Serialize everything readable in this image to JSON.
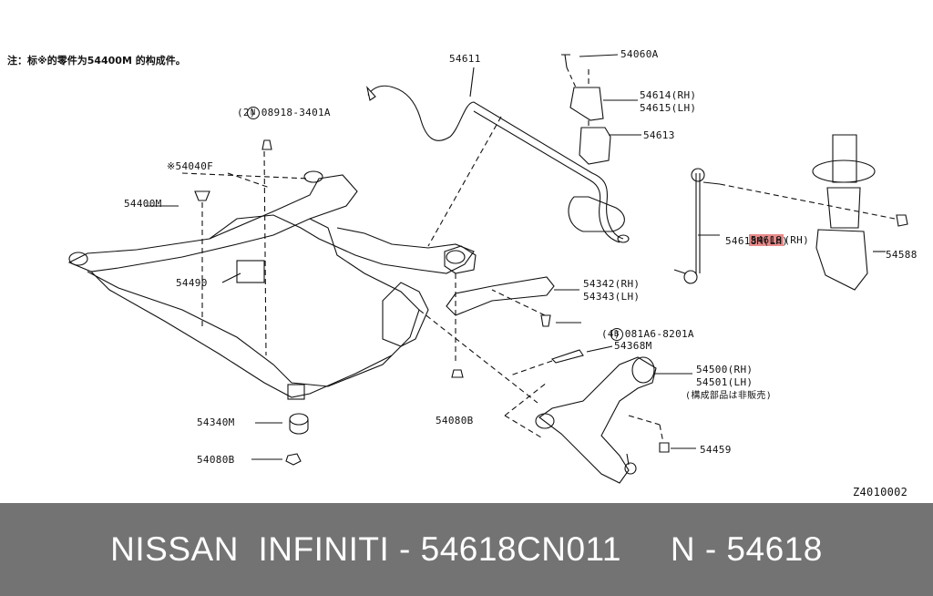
{
  "note": "注：标※的零件为54400M 的构成件。",
  "labels": {
    "p54611": "54611",
    "p54060a": "54060A",
    "p54614": "54614(RH)",
    "p54615": "54615(LH)",
    "p54613": "54613",
    "p08918_prefix": "N",
    "p08918": "08918-3401A",
    "p08918_qty": "(2)",
    "p54040f": "※54040F",
    "p54400m": "54400M",
    "p54490": "54490",
    "p54618": "54618",
    "p54618_side": "(RH)",
    "p54618m": "54618M(LH)",
    "p54588": "54588",
    "p54342": "54342(RH)",
    "p54343": "54343(LH)",
    "p081a6_prefix": "B",
    "p081a6": "081A6-8201A",
    "p081a6_qty": "(4)",
    "p54368m": "54368M",
    "p54500": "54500(RH)",
    "p54501": "54501(LH)",
    "p54501_note": "(構成部品は非販売)",
    "p54340m": "54340M",
    "p54080b_left": "54080B",
    "p54080b_mid": "54080B",
    "p54459": "54459",
    "code": "Z4010002"
  },
  "colors": {
    "highlight": "#e88a8a",
    "footer_bg": "#737373",
    "footer_text": "#ffffff"
  },
  "footer": {
    "text": "NISSAN  INFINITI - 54618CN011     N - 54618"
  }
}
